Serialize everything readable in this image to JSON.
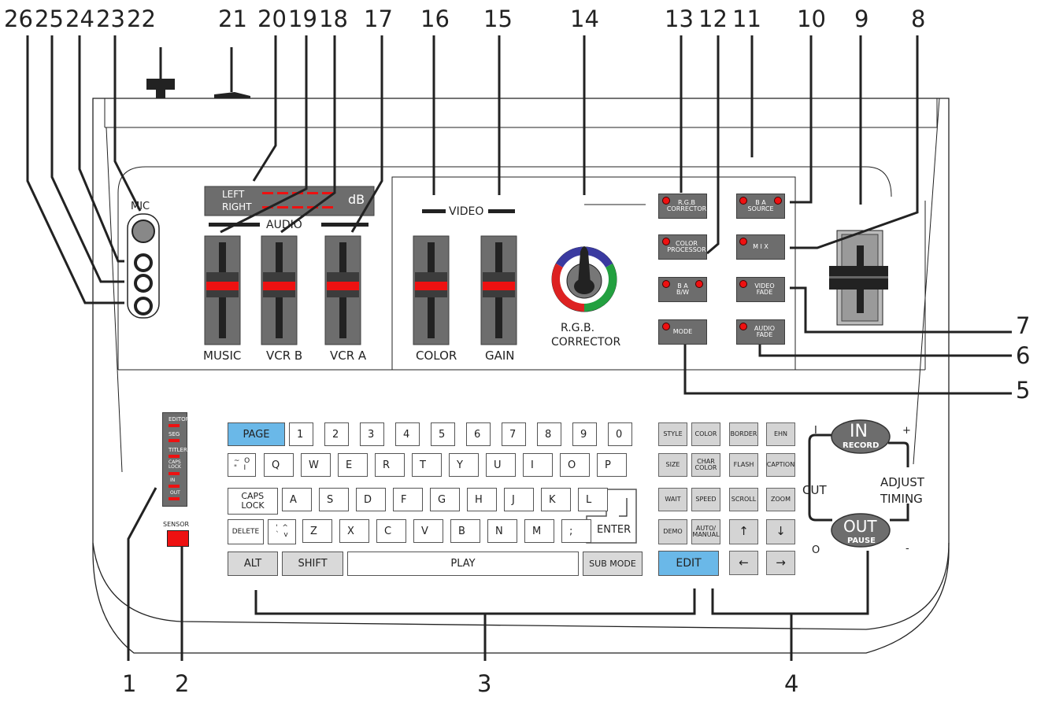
{
  "callouts": [
    "26",
    "25",
    "24",
    "23",
    "22",
    "21",
    "20",
    "19",
    "18",
    "17",
    "16",
    "15",
    "14",
    "13",
    "12",
    "11",
    "10",
    "9",
    "8",
    "7",
    "6",
    "5",
    "1",
    "2",
    "3",
    "4"
  ],
  "labels": {
    "mic": "MIC",
    "meter_left": "LEFT",
    "meter_right": "RIGHT",
    "meter_db": "dB",
    "audio": "AUDIO",
    "video": "VIDEO",
    "music": "MUSIC",
    "vcr_b": "VCR B",
    "vcr_a": "VCR A",
    "color": "COLOR",
    "gain": "GAIN",
    "rgb_line1": "R.G.B.",
    "rgb_line2": "CORRECTOR",
    "sensor": "SENSOR",
    "cut": "CUT",
    "adjust": "ADJUST",
    "timing": "TIMING",
    "in": "IN",
    "record": "RECORD",
    "out": "OUT",
    "pause": "PAUSE",
    "mark_i": "I",
    "mark_o": "O",
    "mark_plus": "+",
    "mark_minus": "-"
  },
  "control_buttons": {
    "rgb_corrector": "R.G.B CORRECTOR",
    "color_processor": "COLOR PROCESSOR",
    "bw_ba": "B   A",
    "bw": "B/W",
    "mode": "MODE",
    "source_ba": "B   A",
    "source": "SOURCE",
    "mix": "M I X",
    "video_fade": "VIDEO FADE",
    "audio_fade": "AUDIO FADE"
  },
  "status_leds": [
    "EDITOR",
    "SEG",
    "TITLER",
    "CAPS LOCK",
    "IN",
    "OUT"
  ],
  "keyboard": {
    "page": "PAGE",
    "numbers": [
      "1",
      "2",
      "3",
      "4",
      "5",
      "6",
      "7",
      "8",
      "9",
      "0"
    ],
    "tilde": "~  O\n\"   I",
    "row_q": [
      "Q",
      "W",
      "E",
      "R",
      "T",
      "Y",
      "U",
      "I",
      "O",
      "P"
    ],
    "caps": "CAPS\nLOCK",
    "row_a": [
      "A",
      "S",
      "D",
      "F",
      "G",
      "H",
      "J",
      "K",
      "L"
    ],
    "delete": "DELETE",
    "quote_key": "'  ^\n`  v",
    "row_z": [
      "Z",
      "X",
      "C",
      "V",
      "B",
      "N",
      "M",
      ";"
    ],
    "enter": "ENTER",
    "alt": "ALT",
    "shift": "SHIFT",
    "play": "PLAY",
    "sub_mode": "SUB MODE"
  },
  "function_keys": [
    [
      "STYLE",
      "COLOR",
      "BORDER",
      "EHN"
    ],
    [
      "SIZE",
      "CHAR COLOR",
      "FLASH",
      "CAPTION"
    ],
    [
      "WAIT",
      "SPEED",
      "SCROLL",
      "ZOOM"
    ],
    [
      "DEMO",
      "AUTO/ MANUAL",
      "↑",
      "↓"
    ]
  ],
  "edit": "EDIT",
  "arrows": [
    "←",
    "→"
  ]
}
